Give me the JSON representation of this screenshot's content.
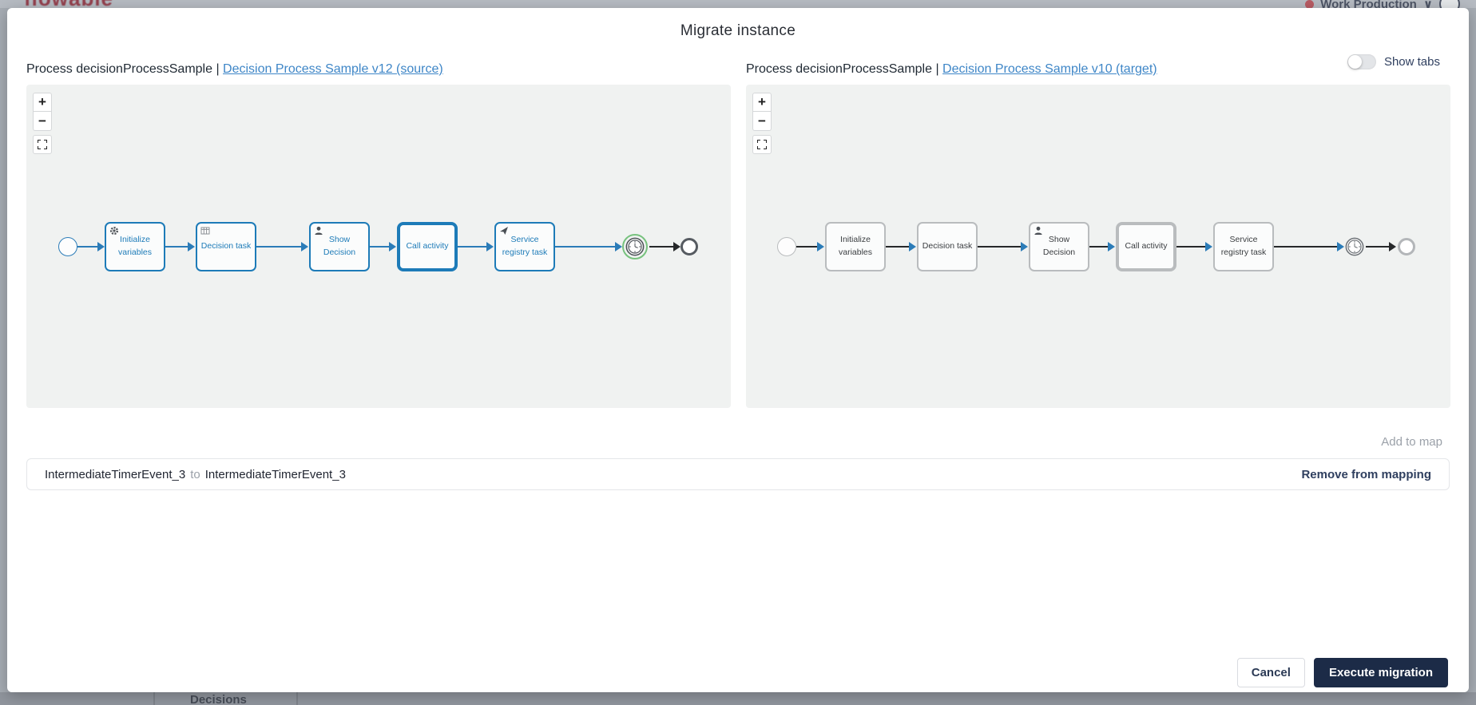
{
  "background": {
    "logo_text": "flowable",
    "workspace_label": "Work Production",
    "workspace_chevron": "∨",
    "bottom_tab_label": "Decisions"
  },
  "modal": {
    "title": "Migrate instance",
    "show_tabs_label": "Show tabs",
    "add_to_map_label": "Add to map",
    "cancel_label": "Cancel",
    "execute_label": "Execute migration"
  },
  "zoom_controls": {
    "zoom_in": "+",
    "zoom_out": "−"
  },
  "source": {
    "header_prefix": "Process decisionProcessSample |",
    "link_label": "Decision Process Sample v12 (source)",
    "tasks": [
      {
        "label": "Initialize variables",
        "icon": "gear-icon",
        "type": "service-task"
      },
      {
        "label": "Decision task",
        "icon": "table-icon",
        "type": "business-rule-task"
      },
      {
        "label": "Show Decision",
        "icon": "user-icon",
        "type": "user-task"
      },
      {
        "label": "Call activity",
        "icon": "",
        "type": "call-activity"
      },
      {
        "label": "Service registry task",
        "icon": "send-icon",
        "type": "service-registry-task"
      }
    ],
    "events": [
      "start-event",
      "intermediate-timer-event (active, green ring)",
      "end-event"
    ]
  },
  "target": {
    "header_prefix": "Process decisionProcessSample |",
    "link_label": "Decision Process Sample v10 (target)",
    "tasks": [
      {
        "label": "Initialize variables",
        "icon": "",
        "type": "task"
      },
      {
        "label": "Decision task",
        "icon": "",
        "type": "task"
      },
      {
        "label": "Show Decision",
        "icon": "user-icon",
        "type": "user-task"
      },
      {
        "label": "Call activity",
        "icon": "",
        "type": "call-activity"
      },
      {
        "label": "Service registry task",
        "icon": "",
        "type": "task"
      }
    ],
    "events": [
      "start-event",
      "intermediate-timer-event",
      "end-event"
    ]
  },
  "mapping": {
    "source_item": "IntermediateTimerEvent_3",
    "joiner": "to",
    "target_item": "IntermediateTimerEvent_3",
    "remove_label": "Remove from mapping"
  },
  "colors": {
    "source_accent": "#1d7bb8",
    "link_blue": "#3e86c7",
    "active_ring_green": "#77c27e",
    "navy_text": "#2f3f5f",
    "execute_button": "#1c2b47",
    "panel_background": "#f0f2f1"
  }
}
